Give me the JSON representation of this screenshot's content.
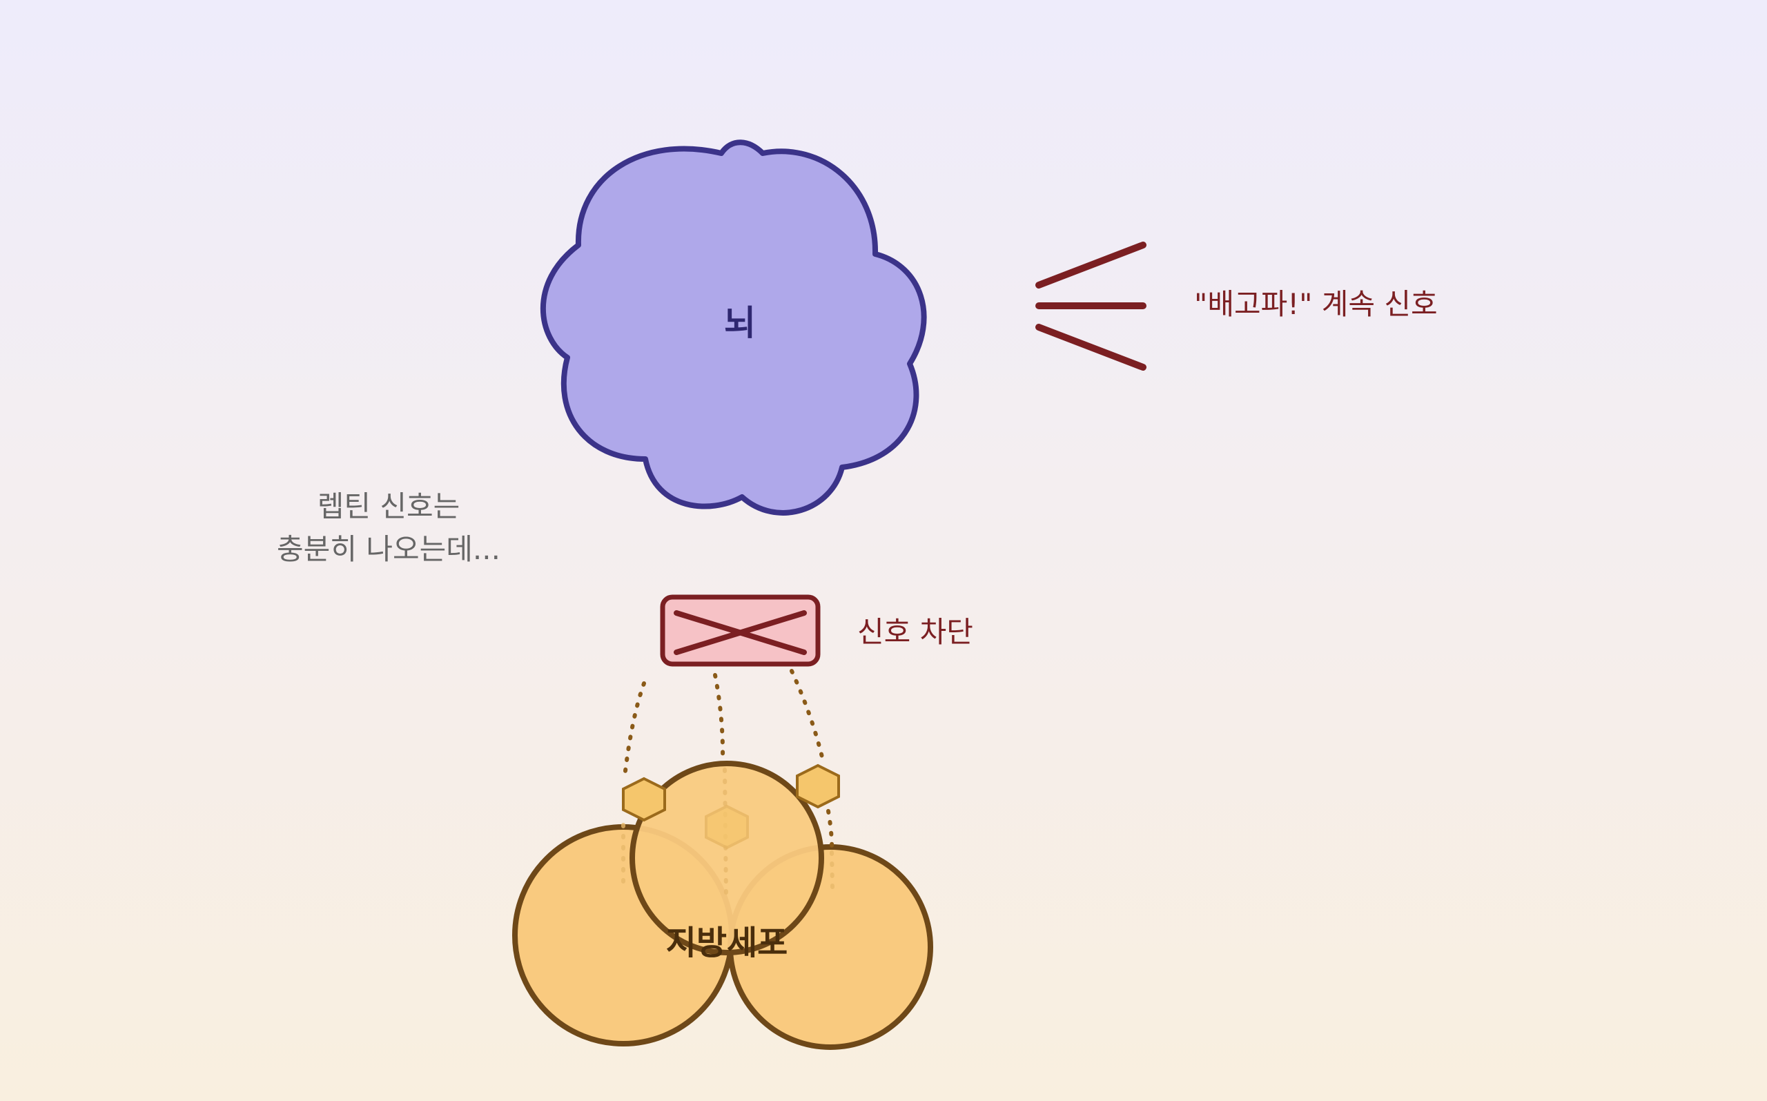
{
  "brain": {
    "label": "뇌"
  },
  "hunger_signal": {
    "label": "\"배고파!\" 계속 신호"
  },
  "leptin_note": {
    "line1": "렙틴 신호는",
    "line2": "충분히 나오는데..."
  },
  "block": {
    "label": "신호 차단"
  },
  "fat_cells": {
    "label": "지방세포"
  },
  "colors": {
    "brain_fill": "#afa8ea",
    "brain_stroke": "#3b3389",
    "signal": "#7b1f22",
    "block_fill": "#f6c2c6",
    "fat_fill": "#f9ca7f",
    "fat_stroke": "#6e4818",
    "leptin_hex": "#f5c66c",
    "dotted": "#8a5a18",
    "note_text": "#666666"
  }
}
